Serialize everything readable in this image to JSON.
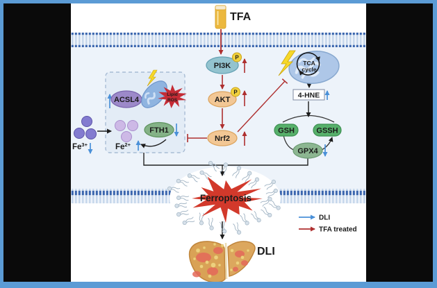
{
  "drug": {
    "label": "TFA"
  },
  "pathway": {
    "pi3k": "PI3K",
    "akt": "AKT",
    "nrf2": "Nrf2",
    "phospho": "P"
  },
  "mitochondria": {
    "tca_top": "TCA",
    "tca_bottom": "cycle"
  },
  "oxidative": {
    "hne": "4-HNE",
    "gsh": "GSH",
    "gssh": "GSSH",
    "gpx4": "GPX4"
  },
  "iron_module": {
    "acsl4": "ACSL4",
    "fth1": "FTH1",
    "lipid_ros_top": "Lipid",
    "lipid_ros_bottom": "ROS",
    "fe3": "Fe",
    "fe3_charge": "3+",
    "fe2": "Fe",
    "fe2_charge": "2+"
  },
  "outcome": {
    "ferroptosis": "Ferroptosis",
    "liver_label": "DLI"
  },
  "legend": {
    "dli_label": "DLI",
    "tfa_label": "TFA treated"
  },
  "colors": {
    "frame_blue": "#5b9bd5",
    "background_black": "#0a0a0a",
    "cytoplasm": "#edf3fa",
    "membrane_dot": "#3b66ae",
    "red_arrow": "#ae2f2f",
    "blue_arrow": "#4a90d8",
    "pi3k_fill": "#93c3cf",
    "akt_nrf2_fill": "#f2c795",
    "phospho_fill": "#f2d23d",
    "acsl4_fill": "#9c89c9",
    "fth1_fill": "#84b287",
    "gsh_fill": "#57b06b",
    "gpx4_fill": "#8cb691",
    "starburst_red": "#d2392b",
    "tca_text_red": "#c41420",
    "liver_tan": "#d9a256",
    "fe3_purple": "#837bd0",
    "fe2_lavender": "#cdb9e6"
  }
}
